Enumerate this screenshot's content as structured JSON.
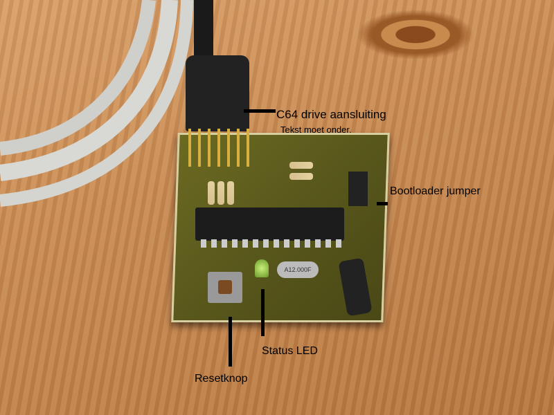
{
  "labels": {
    "drive": "C64 drive aansluiting",
    "note": "Tekst moet onder.",
    "bootloader": "Bootloader jumper",
    "status": "Status LED",
    "reset": "Resetknop"
  },
  "components": {
    "crystal_marking": "A12.000F"
  }
}
